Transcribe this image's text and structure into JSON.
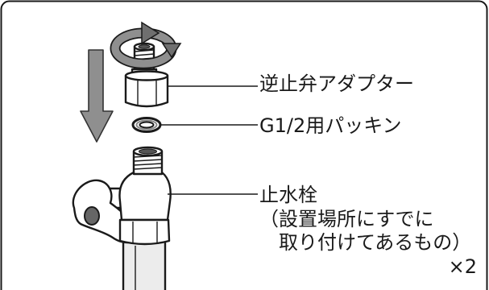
{
  "labels": {
    "adapter": "逆止弁アダプター",
    "gasket": "G1/2用パッキン",
    "valve": [
      "止水栓",
      "（設置場所にすでに",
      "取り付けてあるもの）"
    ],
    "quantity": "×2"
  },
  "icons": {
    "rotation": "rotate-arrow-icon",
    "direction": "down-arrow-icon"
  },
  "colors": {
    "outline": "#1a1a1a",
    "arrow_fill": "#8f8f8f",
    "part_fill": "#ffffff",
    "pipe_fill": "#ececec",
    "hub_fill": "#666666"
  }
}
